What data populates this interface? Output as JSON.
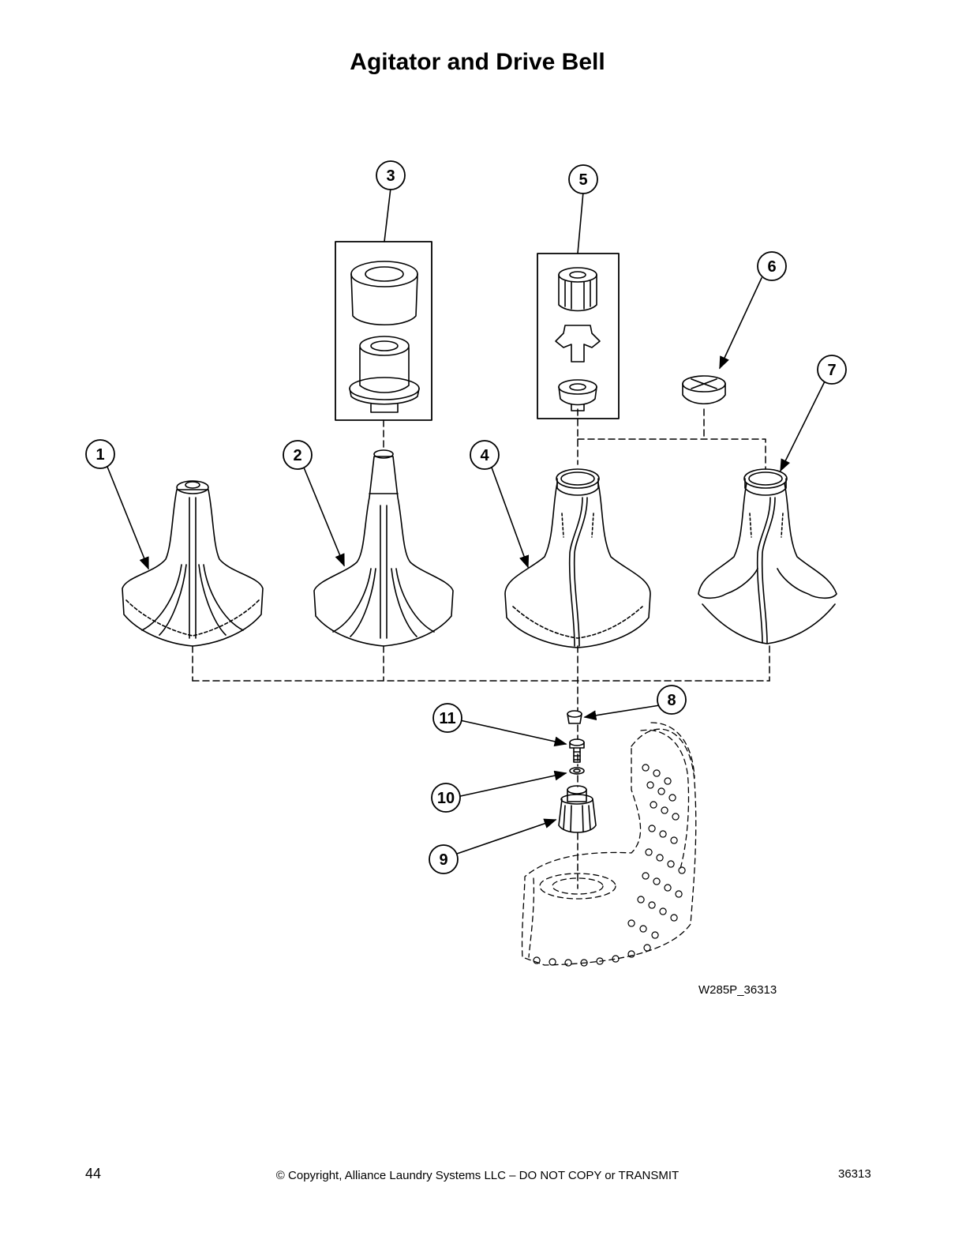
{
  "page": {
    "title": "Agitator and Drive Bell",
    "figure_id": "W285P_36313",
    "page_number": "44",
    "copyright": "© Copyright, Alliance Laundry Systems LLC – DO NOT COPY or TRANSMIT",
    "doc_number": "36313"
  },
  "callouts": [
    "1",
    "2",
    "3",
    "4",
    "5",
    "6",
    "7",
    "8",
    "9",
    "10",
    "11"
  ]
}
